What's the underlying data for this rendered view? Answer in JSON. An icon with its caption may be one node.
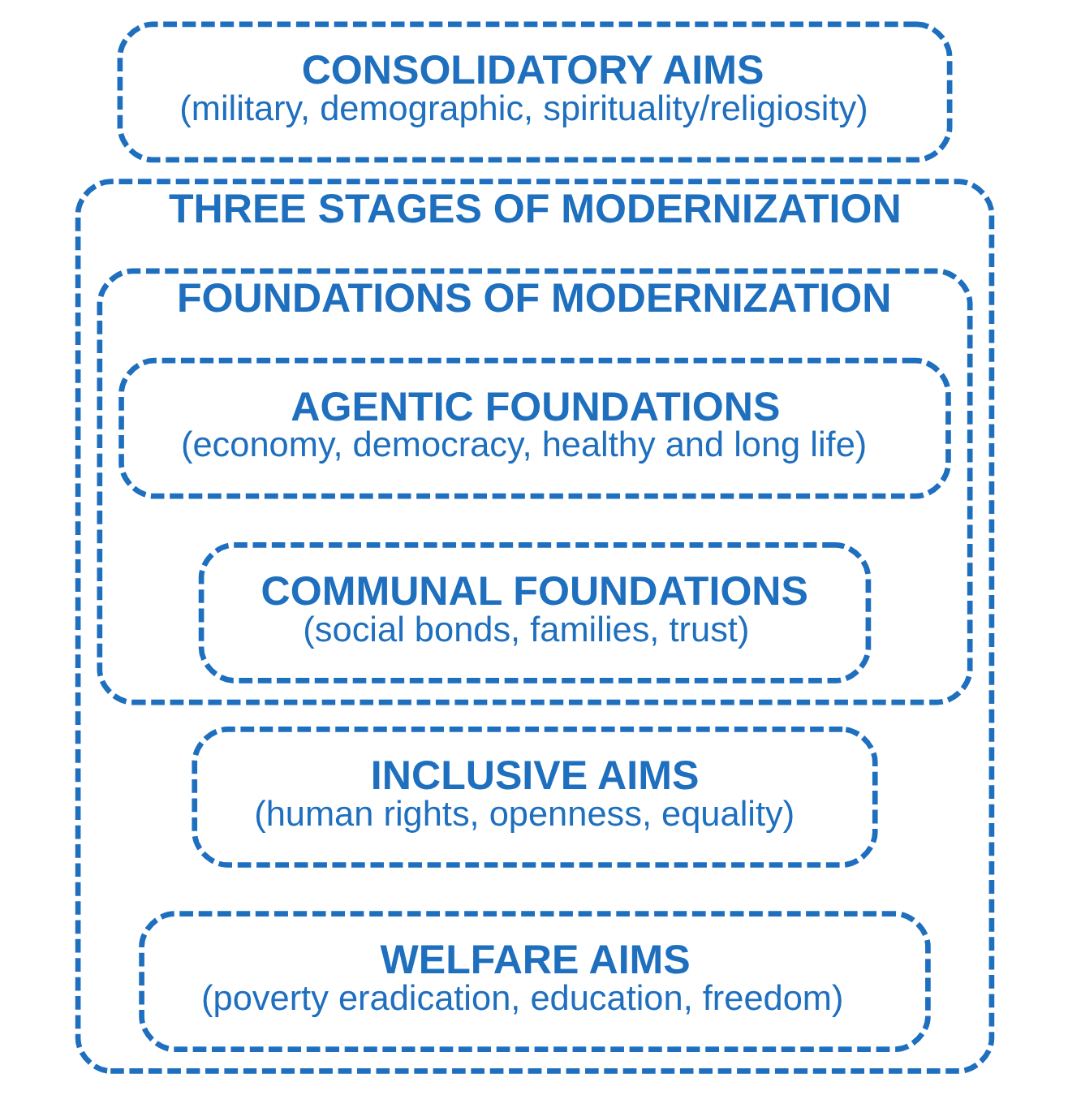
{
  "diagram": {
    "nodes": [
      {
        "text": [
          "THREE STAGES OF MODERNIZATION"
        ]
      },
      {
        "text": [
          "INCLUSIVE AIMS",
          "(human rights, openness, equality)"
        ],
        "in": 0
      },
      {
        "text": [
          "WELFARE AIMS",
          "(poverty eradication, education, freedom)"
        ],
        "in": 0
      },
      {
        "text": [
          "FOUNDATIONS OF MODERNIZATION"
        ],
        "in": 0
      },
      {
        "text": [
          "AGENTIC FOUNDATIONS",
          "(economy, democracy, healthy and long life)"
        ],
        "in": 3
      },
      {
        "text": [
          "COMMUNAL FOUNDATIONS",
          "(social bonds, families, trust)"
        ],
        "in": 3
      },
      {
        "text": [
          "CONSOLIDATORY AIMS",
          "(military, demographic, spirituality/religiosity)"
        ]
      }
    ],
    "edges": []
  }
}
